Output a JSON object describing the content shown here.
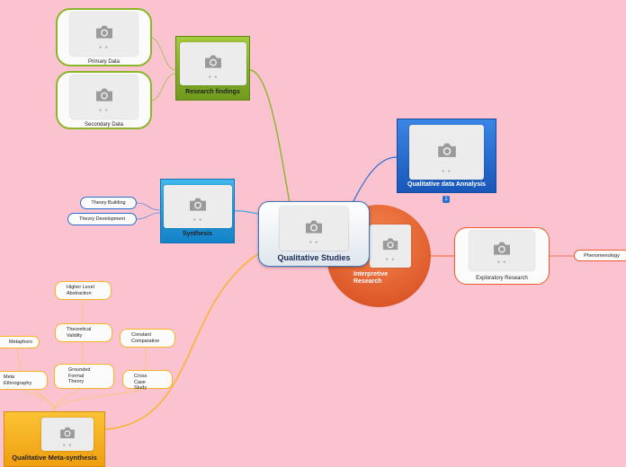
{
  "background_color": "#fbc3cf",
  "central": {
    "label": "Qualitative Studies"
  },
  "research_findings": {
    "label": "Research findings",
    "children": [
      "Primary Data",
      "Secondary Data"
    ]
  },
  "data_analysis": {
    "label": "Qualitative data Annalysis",
    "badge": "1"
  },
  "synthesis": {
    "label": "Synthesis",
    "children": [
      "Theory Building",
      "Theory Development"
    ]
  },
  "interpretive": {
    "label": "Interpretive Research",
    "exploratory": "Exploratory Research",
    "phenomenology": "Phenomenology"
  },
  "meta_synthesis": {
    "label": "Qualitative Meta-synthesis",
    "nodes": {
      "higher_level": "Higher Level Abstraction",
      "theoretical_validity": "Theoretical Validity",
      "grounded_formal": "Grounded Formal Theory",
      "constant_comparative": "Constant Comparative",
      "cross_case": "Cross Case Study",
      "metaphors": "Metaphors",
      "meta_ethnography": "Meta Ethnography"
    }
  },
  "colors": {
    "green": "#8ab62a",
    "blue": "#2a6fd0",
    "cyan": "#1ba8e0",
    "orange_red": "#ee5a2c",
    "amber": "#f7b322"
  }
}
